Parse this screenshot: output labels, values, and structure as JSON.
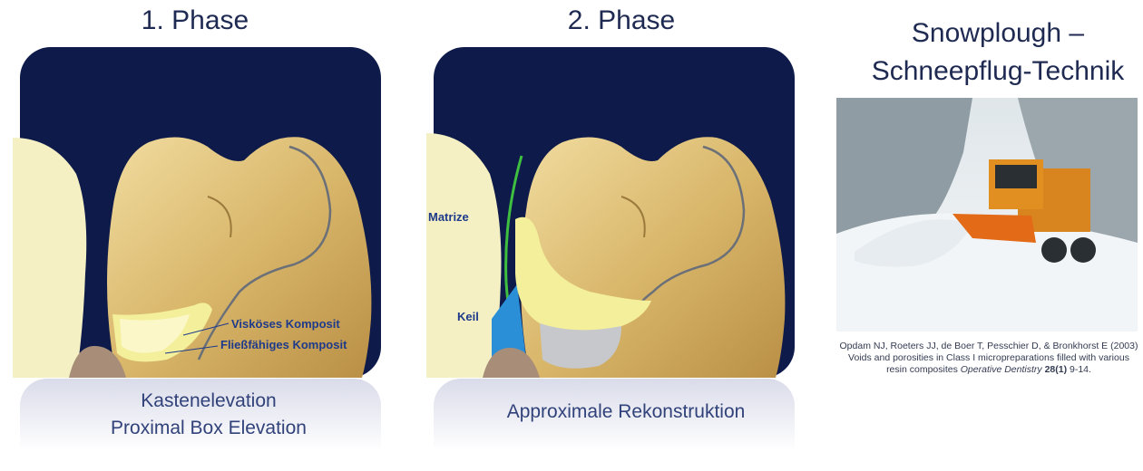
{
  "phase1": {
    "title": "1. Phase",
    "labels": {
      "viscous": "Visköses Komposit",
      "flowable": "Fließfähiges Komposit"
    },
    "caption_line1": "Kastenelevation",
    "caption_line2": "Proximal Box Elevation"
  },
  "phase2": {
    "title": "2. Phase",
    "labels": {
      "matrix": "Matrize",
      "wedge": "Keil"
    },
    "caption": "Approximale Rekonstruktion"
  },
  "snowplough": {
    "title_line1": "Snowplough –",
    "title_line2": "Schneepflug-Technik",
    "citation_main": "Opdam NJ, Roeters JJ, de Boer T, Pesschier D, & Bronkhorst E (2003) Voids and porosities in Class I micropreparations filled with various resin composites",
    "citation_journal": "Operative Dentistry",
    "citation_volume": "28(1)",
    "citation_pages": "9-14."
  },
  "colors": {
    "navy_background": "#0d1a4a",
    "title_text": "#1f2a52",
    "label_text": "#1e3a8a",
    "composite_yellow": "#f3ef9a",
    "matrix_green": "#3fbf3f",
    "wedge_blue": "#2b8fd8",
    "tooth_gold": "#d9b56a"
  }
}
